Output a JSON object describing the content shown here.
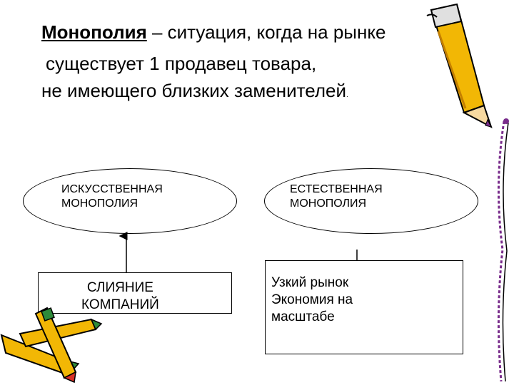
{
  "definition": {
    "term": "Монополия",
    "line1_rest": " – ситуация, когда на рынке",
    "line2": "существует 1 продавец товара,",
    "line3": "не имеющего близких заменителей",
    "line3_end": "."
  },
  "nodes": {
    "artificial": {
      "label": "ИСКУССТВЕННАЯ\nМОНОПОЛИЯ",
      "cause": "СЛИЯНИЕ\nКОМПАНИЙ"
    },
    "natural": {
      "label": "ЕСТЕСТВЕННАЯ\nМОНОПОЛИЯ",
      "cause": "Узкий рынок\nЭкономия на\nмасштабе"
    }
  },
  "decor": {
    "pencil_color": "#f2b705",
    "pencil_outline": "#000000",
    "lead_color": "#7a2e8c",
    "accent_green": "#2e8b3a",
    "accent_red": "#d93025"
  }
}
